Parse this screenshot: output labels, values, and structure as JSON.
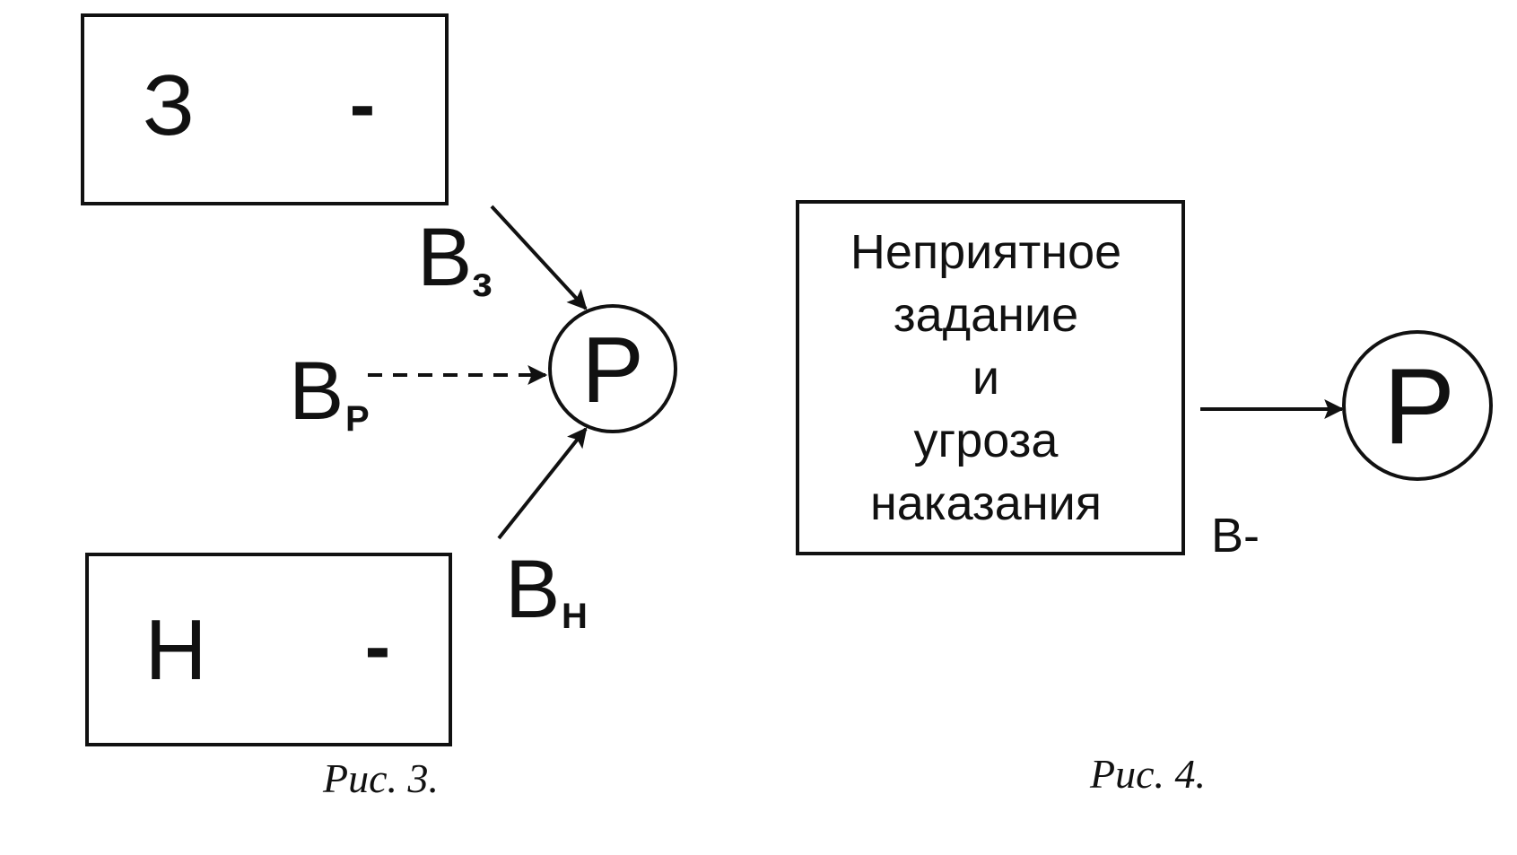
{
  "fig3": {
    "box_top": {
      "letter": "З",
      "sign": "-"
    },
    "box_bottom": {
      "letter": "Н",
      "sign": "-"
    },
    "label_bz": {
      "main": "В",
      "sub": "з"
    },
    "label_br": {
      "main": "В",
      "sub": "Р"
    },
    "label_bn": {
      "main": "В",
      "sub": "Н"
    },
    "circle": "Р",
    "caption": "Рис. 3."
  },
  "fig4": {
    "box_lines": [
      "Неприятное",
      "задание",
      "и",
      "угроза",
      "наказания"
    ],
    "label_bminus": "В-",
    "circle": "Р",
    "caption": "Рис. 4."
  }
}
